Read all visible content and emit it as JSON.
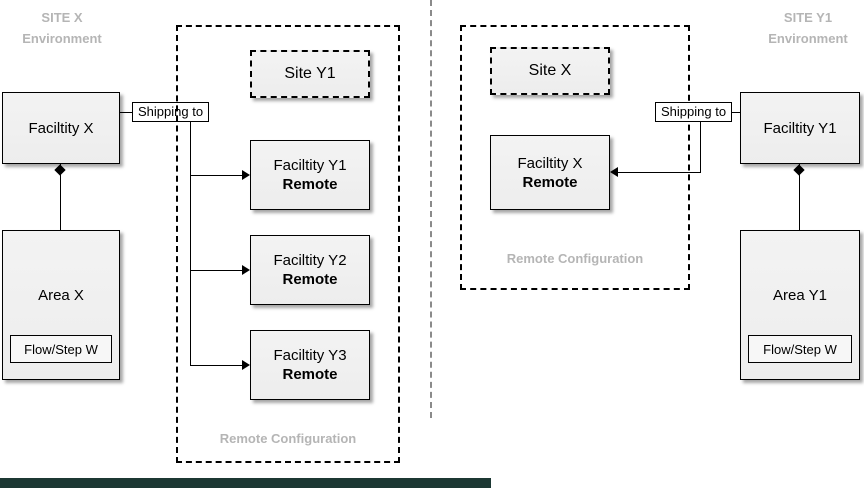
{
  "colors": {
    "box_fill": "#ededed",
    "label_gray": "#b5b5b5",
    "bottom_bar": "#1c3833"
  },
  "left": {
    "env_line1": "SITE X",
    "env_line2": "Environment",
    "facility_label": "Faciltity X",
    "shipping_label": "Shipping to",
    "area_label": "Area X",
    "flow_label": "Flow/Step W",
    "remote": {
      "site_label": "Site Y1",
      "facilities": [
        {
          "name": "Faciltity Y1",
          "tag": "Remote"
        },
        {
          "name": "Faciltity Y2",
          "tag": "Remote"
        },
        {
          "name": "Faciltity Y3",
          "tag": "Remote"
        }
      ],
      "caption": "Remote Configuration"
    }
  },
  "right": {
    "env_line1": "SITE Y1",
    "env_line2": "Environment",
    "facility_label": "Faciltity Y1",
    "shipping_label": "Shipping to",
    "area_label": "Area Y1",
    "flow_label": "Flow/Step W",
    "remote": {
      "site_label": "Site X",
      "facilities": [
        {
          "name": "Faciltity X",
          "tag": "Remote"
        }
      ],
      "caption": "Remote Configuration"
    }
  }
}
